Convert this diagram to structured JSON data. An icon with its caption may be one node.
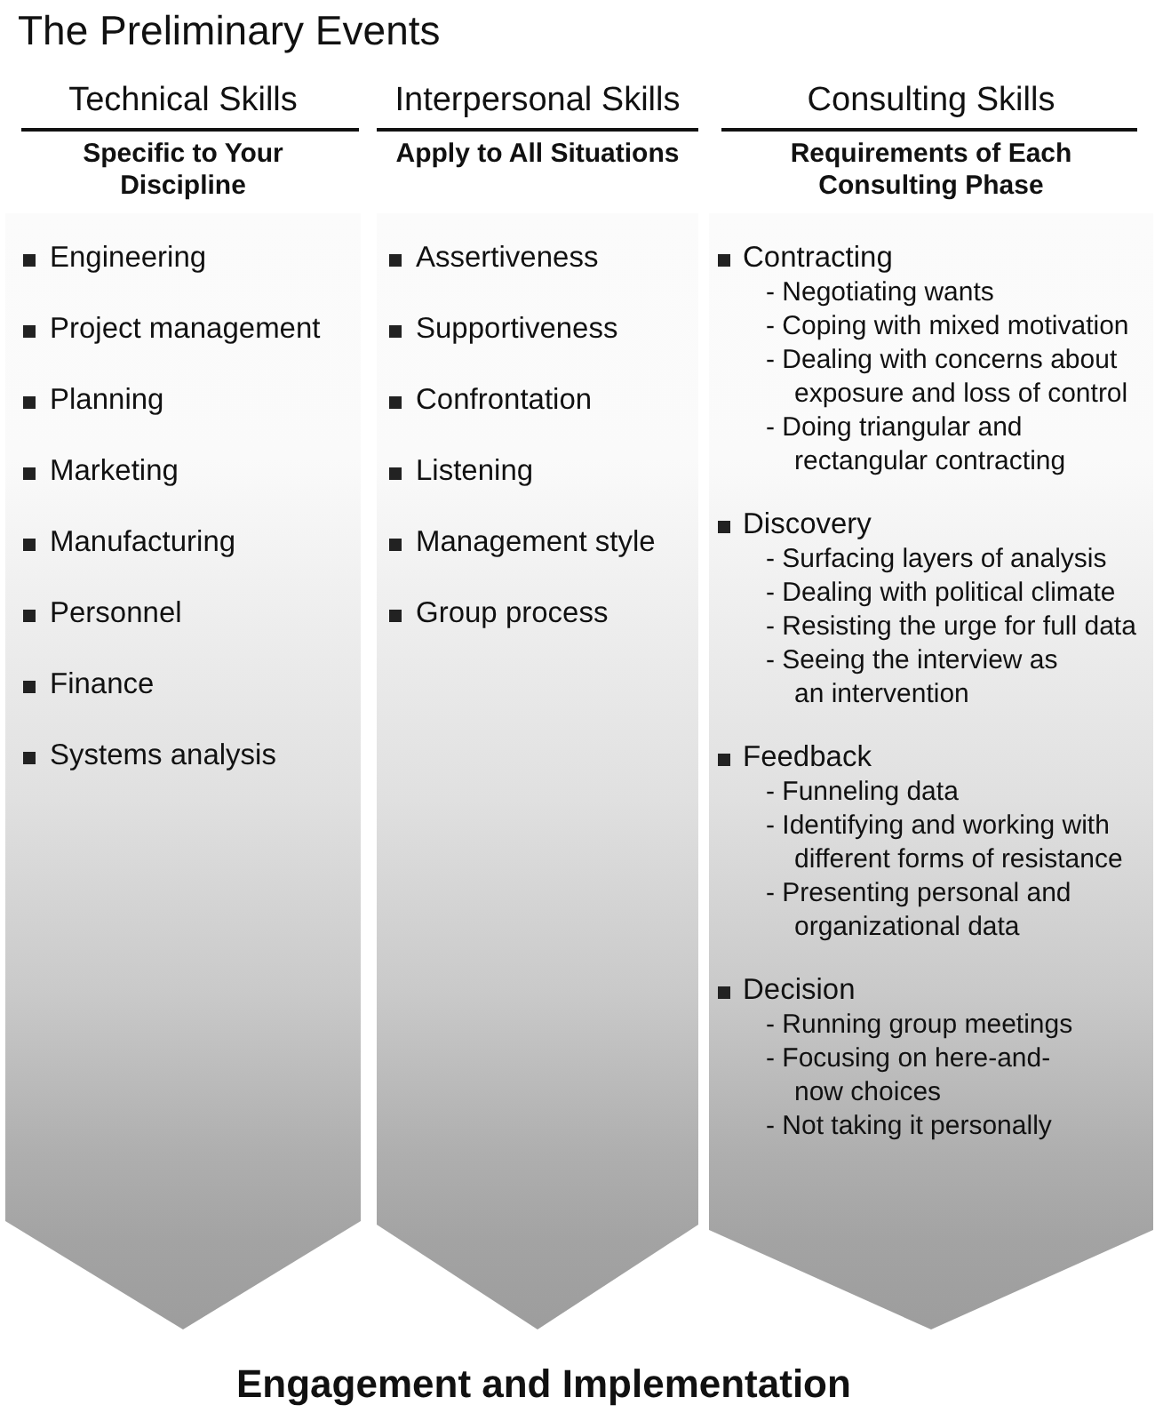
{
  "diagram": {
    "title": "The Preliminary Events",
    "nodes": [
      {
        "text": [
          "Technical Skills",
          "Specific to Your Discipline",
          "Engineering",
          "Project management",
          "Planning",
          "Marketing",
          "Manufacturing",
          "Personnel",
          "Finance",
          "Systems analysis"
        ]
      },
      {
        "text": [
          "Interpersonal Skills",
          "Apply to All Situations",
          "Assertiveness",
          "Supportiveness",
          "Confrontation",
          "Listening",
          "Management style",
          "Group process"
        ]
      },
      {
        "text": [
          "Consulting Skills",
          "Requirements of Each Consulting Phase",
          "Contracting",
          "- Negotiating wants",
          "- Coping with mixed motivation",
          "- Dealing with concerns about exposure and loss of control",
          "- Doing triangular and rectangular contracting",
          "Discovery",
          "- Surfacing layers of analysis",
          "- Dealing with political climate",
          "- Resisting the urge for full data",
          "- Seeing the interview as an intervention",
          "Feedback",
          "- Funneling data",
          "- Identifying and working with different forms of resistance",
          "- Presenting personal and organizational data",
          "Decision",
          "- Running group meetings",
          "- Focusing on here-and-now choices",
          "- Not taking it personally"
        ]
      }
    ],
    "caption": "Engagement and Implementation"
  }
}
